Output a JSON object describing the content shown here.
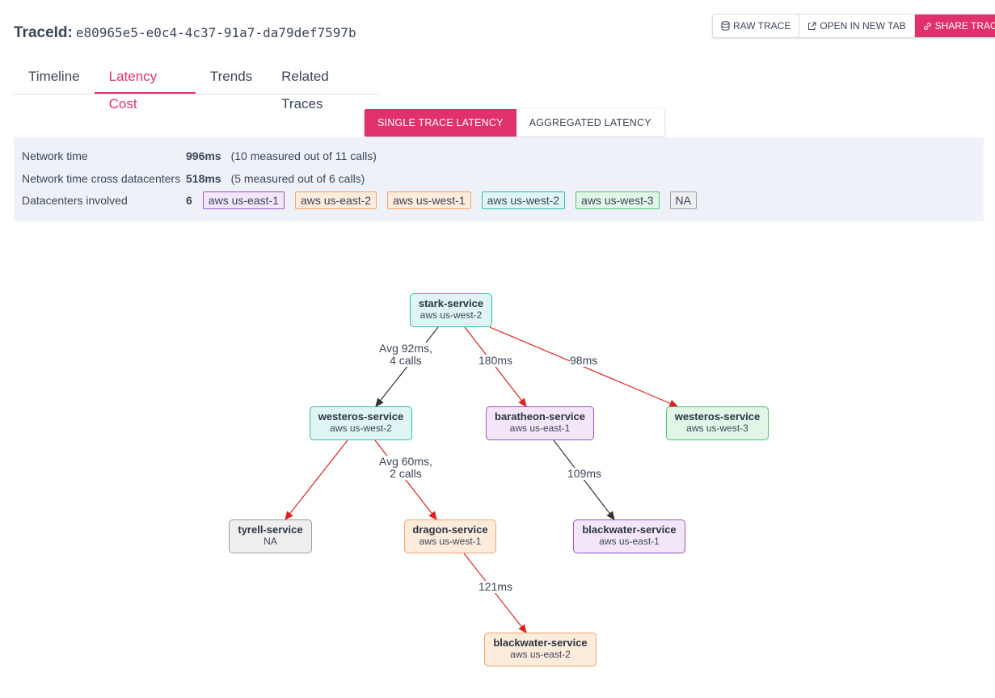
{
  "header": {
    "trace_label": "TraceId:",
    "trace_id": "e80965e5-e0c4-4c37-91a7-da79def7597b"
  },
  "actions": {
    "raw_trace": "RAW TRACE",
    "open_new_tab": "OPEN IN NEW TAB",
    "share_trace": "SHARE TRACE"
  },
  "tabs": [
    {
      "label": "Timeline"
    },
    {
      "label": "Latency Cost"
    },
    {
      "label": "Trends"
    },
    {
      "label": "Related Traces"
    }
  ],
  "latency_toggle": {
    "single": "SINGLE TRACE LATENCY",
    "aggregated": "AGGREGATED LATENCY"
  },
  "summary": {
    "network_time": {
      "label": "Network time",
      "value": "996ms",
      "detail": "(10 measured out of 11 calls)"
    },
    "network_cross": {
      "label": "Network time cross datacenters",
      "value": "518ms",
      "detail": "(5 measured out of 6 calls)"
    },
    "datacenters": {
      "label": "Datacenters involved",
      "value": "6"
    }
  },
  "datacenter_chips": [
    {
      "label": "aws us-east-1",
      "border": "#9b55c9",
      "bg": "#f3e6f9"
    },
    {
      "label": "aws us-east-2",
      "border": "#f0a56b",
      "bg": "#fdebdc"
    },
    {
      "label": "aws us-west-1",
      "border": "#f0a56b",
      "bg": "#fdebdc"
    },
    {
      "label": "aws us-west-2",
      "border": "#2fbdb4",
      "bg": "#dff5f3"
    },
    {
      "label": "aws us-west-3",
      "border": "#4ec271",
      "bg": "#e2f6e8"
    },
    {
      "label": "NA",
      "border": "#9aa0a6",
      "bg": "#eeeeee"
    }
  ],
  "graph": {
    "nodes": [
      {
        "name": "stark-service",
        "dc": "aws us-west-2",
        "border": "#2fbdb4",
        "bg": "#dff5f3"
      },
      {
        "name": "westeros-service",
        "dc": "aws us-west-2",
        "border": "#2fbdb4",
        "bg": "#dff5f3"
      },
      {
        "name": "baratheon-service",
        "dc": "aws us-east-1",
        "border": "#9b55c9",
        "bg": "#f3e6f9"
      },
      {
        "name": "westeros-service",
        "dc": "aws us-west-3",
        "border": "#4ec271",
        "bg": "#e2f6e8"
      },
      {
        "name": "tyrell-service",
        "dc": "NA",
        "border": "#9aa0a6",
        "bg": "#eeeeee"
      },
      {
        "name": "dragon-service",
        "dc": "aws us-west-1",
        "border": "#f0a56b",
        "bg": "#fdebdc"
      },
      {
        "name": "blackwater-service",
        "dc": "aws us-east-1",
        "border": "#9b55c9",
        "bg": "#f3e6f9"
      },
      {
        "name": "blackwater-service",
        "dc": "aws us-east-2",
        "border": "#f0a56b",
        "bg": "#fdebdc"
      }
    ],
    "edges": [
      {
        "label1": "Avg 92ms,",
        "label2": "4 calls",
        "cross_dc": false
      },
      {
        "label1": "180ms",
        "label2": "",
        "cross_dc": true
      },
      {
        "label1": "98ms",
        "label2": "",
        "cross_dc": true
      },
      {
        "label1": "",
        "label2": "",
        "cross_dc": true
      },
      {
        "label1": "Avg 60ms,",
        "label2": "2 calls",
        "cross_dc": true
      },
      {
        "label1": "109ms",
        "label2": "",
        "cross_dc": false
      },
      {
        "label1": "121ms",
        "label2": "",
        "cross_dc": true
      }
    ]
  },
  "colors": {
    "accent": "#e0316e",
    "cross_dc_edge": "#e02020",
    "same_dc_edge": "#333333"
  }
}
